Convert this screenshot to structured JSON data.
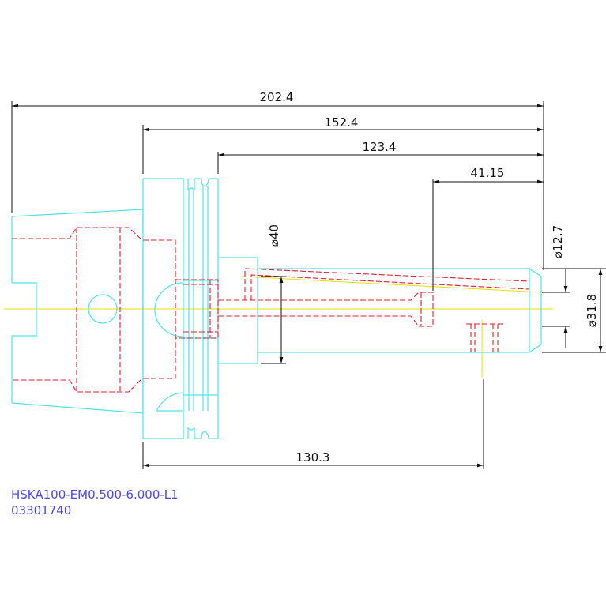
{
  "colors": {
    "outline": "#4fe3ea",
    "hidden": "#e0202a",
    "center": "#e8e000",
    "dimension": "#111111",
    "label": "#4a4aee",
    "background": "#ffffff"
  },
  "dimensions": {
    "overall_length": "202.4",
    "length_152": "152.4",
    "length_123": "123.4",
    "length_41": "41.15",
    "gauge_length": "130.3",
    "dia_40": "⌀40",
    "dia_12_7": "⌀12.7",
    "dia_31_8": "⌀31.8"
  },
  "labels": {
    "part_code": "HSKA100-EM0.500-6.000-L1",
    "part_number": "03301740"
  }
}
